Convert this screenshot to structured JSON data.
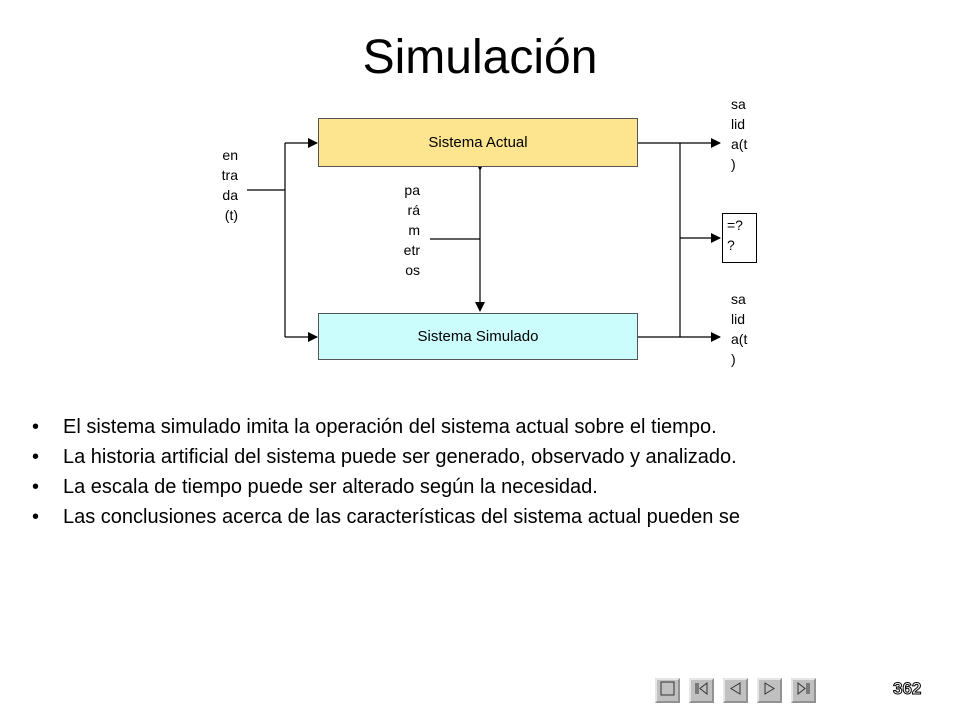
{
  "title": "Simulación",
  "diagram": {
    "box_actual": "Sistema Actual",
    "box_simulado": "Sistema Simulado",
    "compare_box": "=?\n?",
    "label_entrada": "en\ntra\nda\n(t)",
    "label_parametros": "pa\nrá\nm\netr\nos",
    "label_salida_1": "sa\nlid\na(t\n)",
    "label_salida_2": "sa\nlid\na(t\n)",
    "colors": {
      "actual_fill": "#fde58f",
      "simulado_fill": "#ccfdfd"
    }
  },
  "bullets": [
    "El sistema simulado imita la operación del sistema actual sobre el tiempo.",
    "La historia artificial del sistema puede ser generado, observado y analizado.",
    "La escala de tiempo puede ser alterado según la necesidad.",
    "Las conclusiones acerca de las características del sistema actual pueden se"
  ],
  "bullet_char": "•",
  "nav": {
    "buttons": [
      "first-icon",
      "previous-section-icon",
      "previous-icon",
      "next-icon",
      "last-icon"
    ]
  },
  "page_number": "362"
}
